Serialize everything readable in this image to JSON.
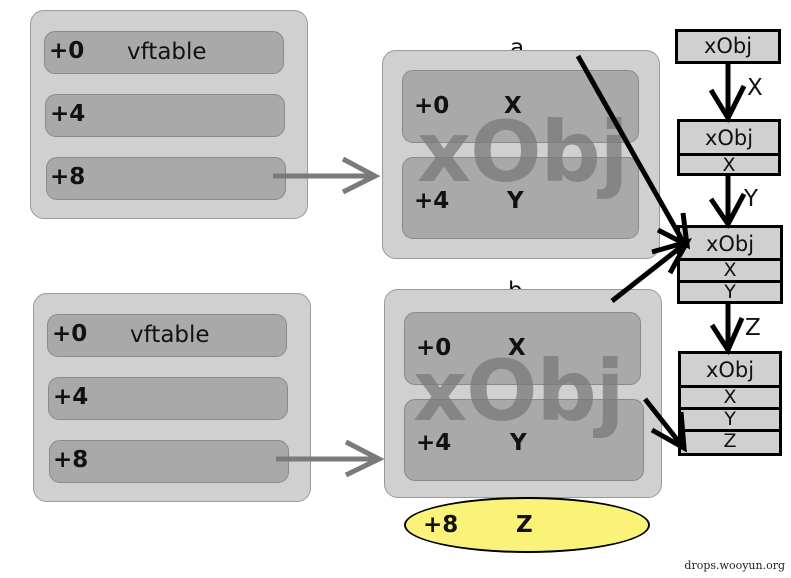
{
  "left_objects": [
    {
      "slots": [
        {
          "offset": "+0",
          "value": "vftable"
        },
        {
          "offset": "+4",
          "value": ""
        },
        {
          "offset": "+8",
          "value": ""
        }
      ]
    },
    {
      "slots": [
        {
          "offset": "+0",
          "value": "vftable"
        },
        {
          "offset": "+4",
          "value": ""
        },
        {
          "offset": "+8",
          "value": ""
        }
      ]
    }
  ],
  "middle_objects": [
    {
      "name": "a",
      "watermark": "xObj",
      "slots": [
        {
          "offset": "+0",
          "value": "X"
        },
        {
          "offset": "+4",
          "value": "Y"
        }
      ]
    },
    {
      "name": "b",
      "watermark": "xObj",
      "slots": [
        {
          "offset": "+0",
          "value": "X"
        },
        {
          "offset": "+4",
          "value": "Y"
        }
      ],
      "overflow_slot": {
        "offset": "+8",
        "value": "Z"
      }
    }
  ],
  "inheritance_chain": [
    {
      "cells": [
        "xObj"
      ]
    },
    {
      "edge_label": "X",
      "cells": [
        "xObj",
        "X"
      ]
    },
    {
      "edge_label": "Y",
      "cells": [
        "xObj",
        "X",
        "Y"
      ]
    },
    {
      "edge_label": "Z",
      "cells": [
        "xObj",
        "X",
        "Y",
        "Z"
      ]
    }
  ],
  "colors": {
    "outer_box": "#d0d0d0",
    "slot_box": "#a9a9a9",
    "overflow_fill": "#fbf27a",
    "arrow_gray": "#7a7a7a",
    "arrow_black": "#000000"
  },
  "footer": "drops.wooyun.org"
}
